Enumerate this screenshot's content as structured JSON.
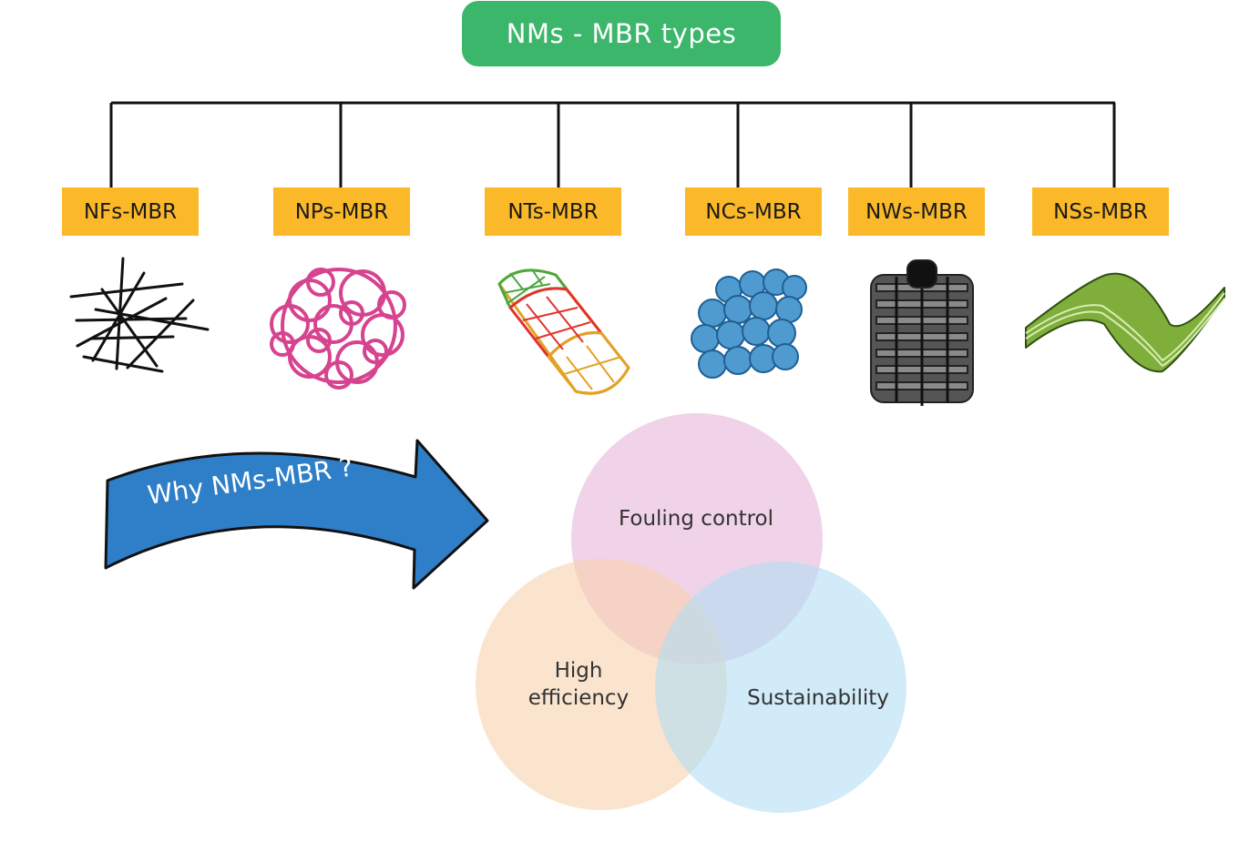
{
  "title": "NMs - MBR types",
  "types": [
    {
      "label": "NFs-MBR",
      "icon": "nanofibers-icon"
    },
    {
      "label": "NPs-MBR",
      "icon": "nanoparticles-icon"
    },
    {
      "label": "NTs-MBR",
      "icon": "nanotube-icon"
    },
    {
      "label": "NCs-MBR",
      "icon": "nanoclusters-icon"
    },
    {
      "label": "NWs-MBR",
      "icon": "nanowires-icon"
    },
    {
      "label": "NSs-MBR",
      "icon": "nanosheet-icon"
    }
  ],
  "arrow_label": "Why NMs-MBR ?",
  "venn": {
    "top": "Fouling control",
    "left_line1": "High",
    "left_line2": "efficiency",
    "right": "Sustainability"
  },
  "colors": {
    "title_bg": "#3cb66b",
    "box_bg": "#fbb829",
    "arrow": "#2f7fc8",
    "venn_top": "#e6b5d8",
    "venn_left": "#f8d2ae",
    "venn_right": "#b2def3"
  }
}
